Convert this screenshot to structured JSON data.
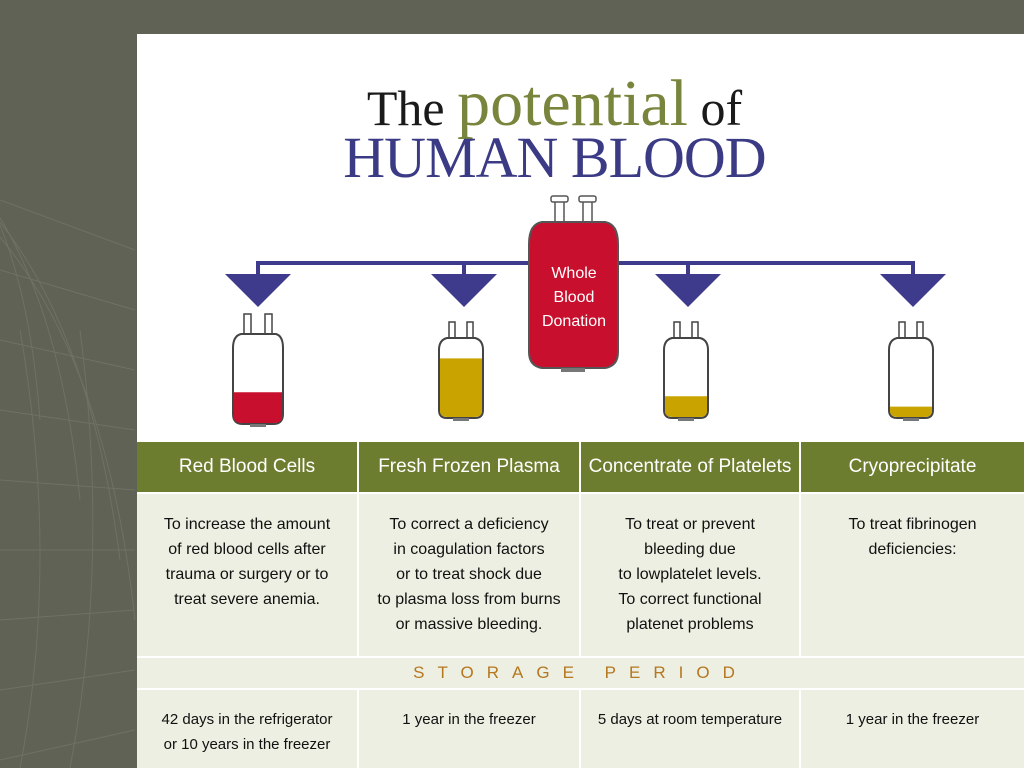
{
  "colors": {
    "title_dark": "#1a1a1a",
    "title_accent": "#78853c",
    "title_blue": "#3b3a85",
    "arrow": "#3f3b8c",
    "blood_red": "#c8102e",
    "plasma_yellow": "#c9a400",
    "header_green": "#6d7d2f",
    "cell_bg": "#ecefe1",
    "storage_orange": "#b5771f"
  },
  "title": {
    "part1": "The",
    "part2": "potential",
    "part3": "of",
    "line2": "HUMAN BLOOD"
  },
  "center_bag": {
    "line1": "Whole",
    "line2": "Blood",
    "line3": "Donation"
  },
  "products": [
    {
      "name": "Red Blood Cells",
      "fill_color": "#c8102e",
      "fill_level": 0.4,
      "use_lines": [
        "To increase the amount",
        "of red blood cells after",
        "trauma or surgery or to",
        "treat severe anemia."
      ],
      "storage_lines": [
        "42 days in the refrigerator",
        "or 10 years in the freezer"
      ]
    },
    {
      "name": "Fresh Frozen Plasma",
      "fill_color": "#c9a400",
      "fill_level": 0.85,
      "use_lines": [
        "To correct a deficiency",
        "in coagulation factors",
        "or to treat shock due",
        "to plasma loss from burns",
        "or massive bleeding."
      ],
      "storage_lines": [
        "1 year in the freezer"
      ]
    },
    {
      "name": "Concentrate of Platelets",
      "fill_color": "#c9a400",
      "fill_level": 0.3,
      "use_lines": [
        "To treat or prevent",
        "bleeding due",
        "to lowplatelet levels.",
        "To correct functional",
        "platenet problems"
      ],
      "storage_lines": [
        "5 days at room temperature"
      ]
    },
    {
      "name": "Cryoprecipitate",
      "fill_color": "#c9a400",
      "fill_level": 0.15,
      "use_lines": [
        "To treat fibrinogen",
        "deficiencies:"
      ],
      "storage_lines": [
        "1 year in the freezer"
      ]
    }
  ],
  "storage_label": "STORAGE PERIOD"
}
